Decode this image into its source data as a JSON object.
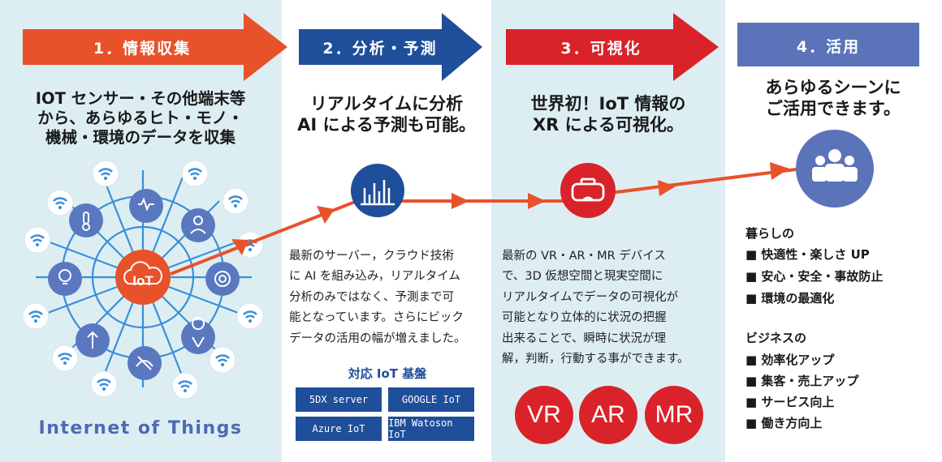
{
  "colors": {
    "col_bg_light": "#ddeef3",
    "arrow_orange": "#e8522a",
    "arrow_blue": "#1f4e9a",
    "arrow_red": "#d9222a",
    "box_slate": "#5b73b8",
    "node_blue": "#5a78c0",
    "text_dark": "#1a1a1a"
  },
  "steps": [
    {
      "label": "1．情報収集"
    },
    {
      "label": "2．分析・予測"
    },
    {
      "label": "3．可視化"
    },
    {
      "label": "4．活用"
    }
  ],
  "col1": {
    "headline": [
      "IOT センサー・その他端末等",
      "から、あらゆるヒト・モノ・",
      "機械・環境のデータを収集"
    ],
    "center_label": "IoT",
    "footer": "Internet of Things",
    "icons": [
      "wifi-icon",
      "heart-monitor-icon",
      "thermometer-icon",
      "person-icon",
      "lightbulb-icon",
      "camera-icon",
      "antenna-icon",
      "weather-icon",
      "location-pin-icon"
    ]
  },
  "col2": {
    "headline": [
      "リアルタイムに分析",
      "AI による予測も可能。"
    ],
    "body": [
      "最新のサーバー，クラウド技術",
      "に AI を組み込み，リアルタイム",
      "分析のみではなく、予測まで可",
      "能となっています。さらにビック",
      "データの活用の幅が増えました。"
    ],
    "platform_title": "対応 IoT 基盤",
    "platforms": [
      "5DX server",
      "GOOGLE IoT",
      "Azure IoT",
      "IBM Watoson IoT"
    ]
  },
  "col3": {
    "headline": [
      "世界初！IoT 情報の",
      "XR による可視化。"
    ],
    "body": [
      "最新の VR・AR・MR デバイス",
      "で、3D 仮想空間と現実空間に",
      "リアルタイムでデータの可視化が",
      "可能となり立体的に状況の把握",
      "出来ることで、瞬時に状況が理",
      "解，判断，行動する事ができます。"
    ],
    "xr_labels": [
      "VR",
      "AR",
      "MR"
    ]
  },
  "col4": {
    "headline": [
      "あらゆるシーンに",
      "ご活用できます。"
    ],
    "life_title": "暮らしの",
    "life_items": [
      "■ 快適性・楽しさ UP",
      "■ 安心・安全・事故防止",
      "■ 環境の最適化"
    ],
    "biz_title": "ビジネスの",
    "biz_items": [
      "■ 効率化アップ",
      "■ 集客・売上アップ",
      "■ サービス向上",
      "■ 働き方向上"
    ]
  }
}
